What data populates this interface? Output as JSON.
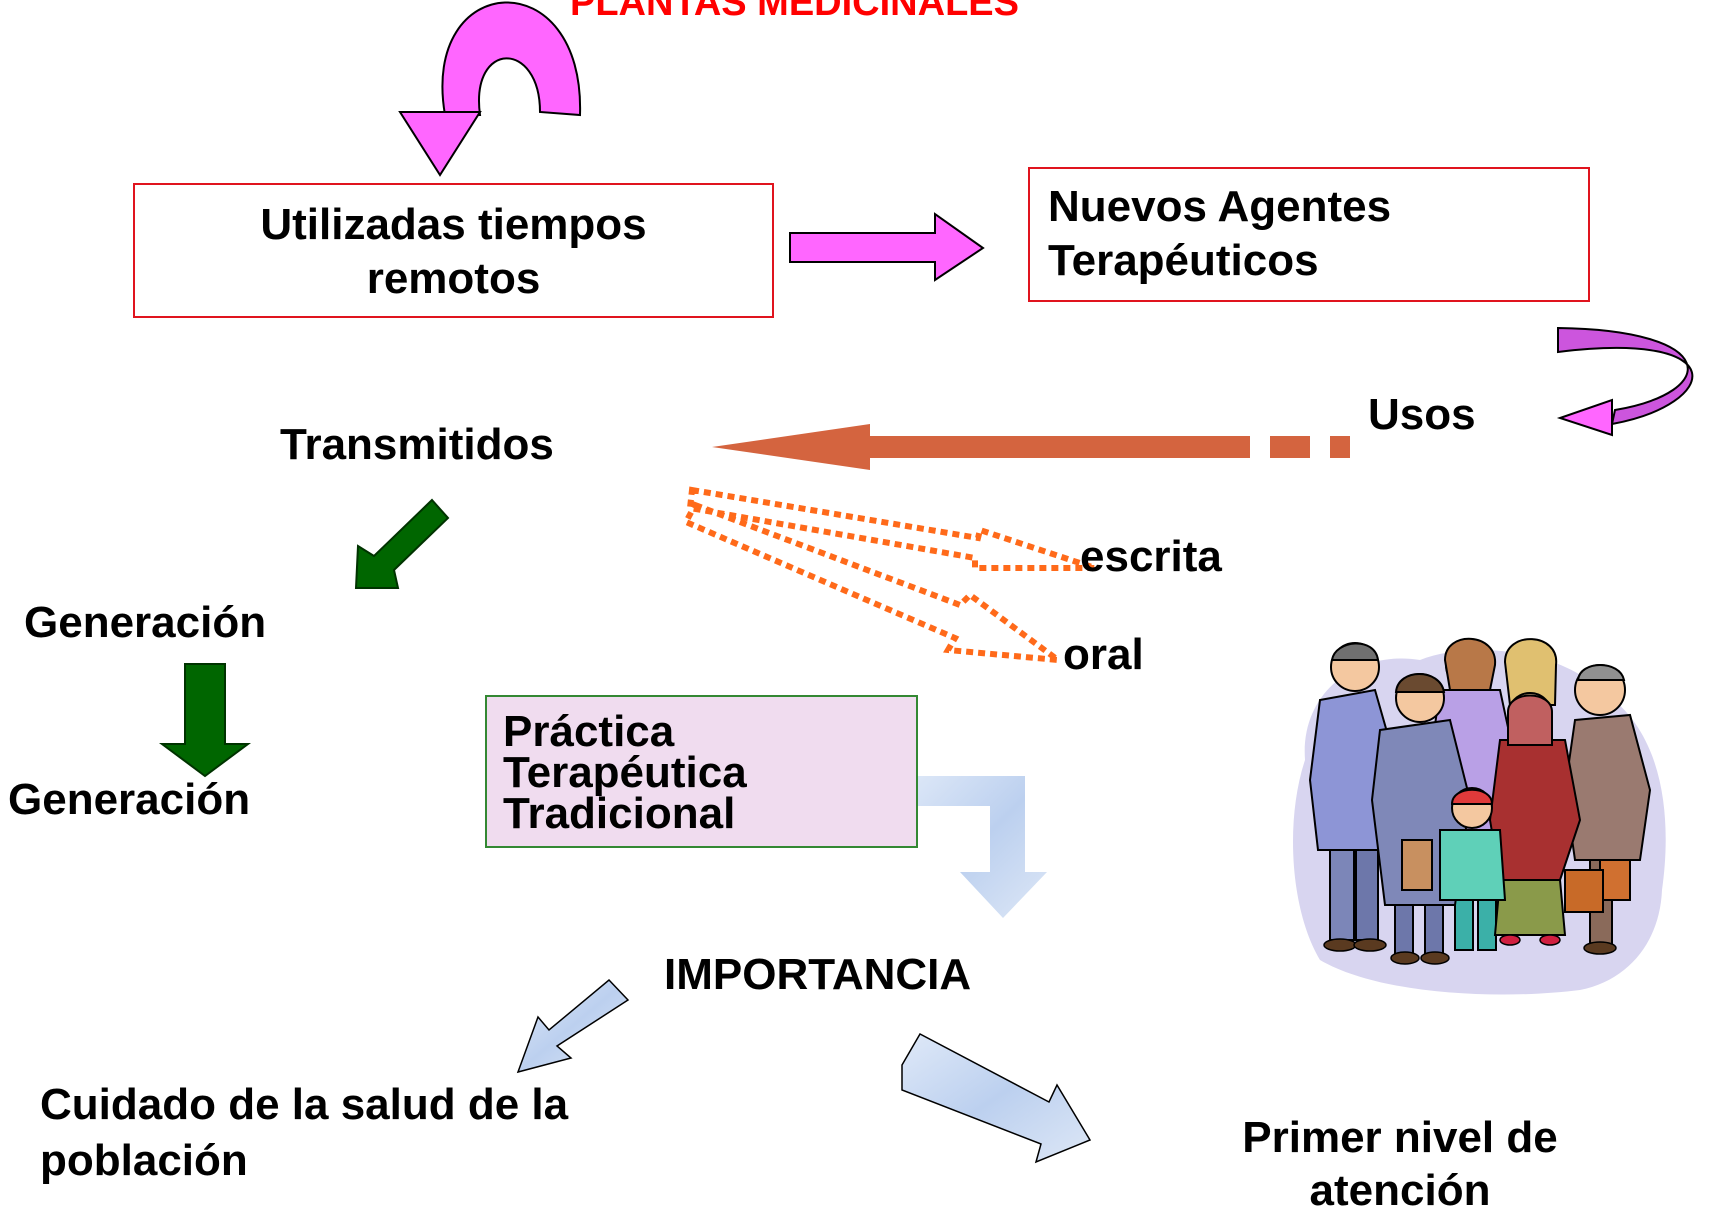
{
  "title": "PLANTAS MEDICINALES",
  "nodes": {
    "remote_times": "Utilizadas tiempos\nremotos",
    "new_agents": "Nuevos Agentes\nTerapéuticos",
    "uses": "Usos",
    "transmitted": "Transmitidos",
    "written": "escrita",
    "oral": "oral",
    "generation_1": "Generación",
    "generation_2": "Generación",
    "traditional_practice": "Práctica\nTerapéutica\nTradicional",
    "importance": "IMPORTANCIA",
    "health_care": "Cuidado de la salud de la\npoblación",
    "first_level": "Primer nivel de\natención"
  },
  "colors": {
    "title": "#ff0000",
    "box_border_red": "#e0141e",
    "magenta_arrow": "#ff66ff",
    "violet_arrow": "#cc55dd",
    "orange_arrow": "#d4643f",
    "dotted_orange": "#ff6a1a",
    "green_arrow": "#006600",
    "practice_box_fill": "#f0dcef",
    "practice_box_border": "#338833",
    "light_blue_arrow": "#c9daf2"
  },
  "icons": {
    "people_group": "people-group-clipart"
  }
}
